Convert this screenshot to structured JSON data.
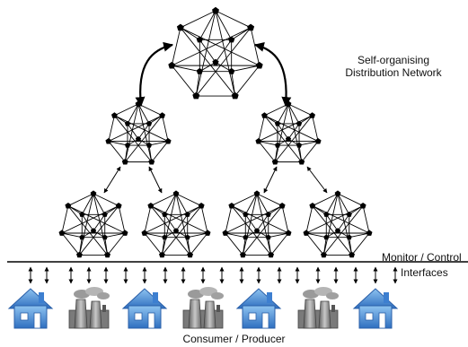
{
  "network_label": {
    "line1": "Self-organising",
    "line2": "Distribution Network"
  },
  "monitor_label": "Monitor / Control",
  "interfaces_label": "Interfaces",
  "consumer_label": "Consumer / Producer",
  "colors": {
    "edge": "#000000",
    "node": "#000000",
    "house": "#4a90d9",
    "factory": "#8a8a8a"
  },
  "icons": [
    "house-icon",
    "factory-icon",
    "house-icon",
    "factory-icon",
    "house-icon",
    "factory-icon",
    "house-icon"
  ]
}
